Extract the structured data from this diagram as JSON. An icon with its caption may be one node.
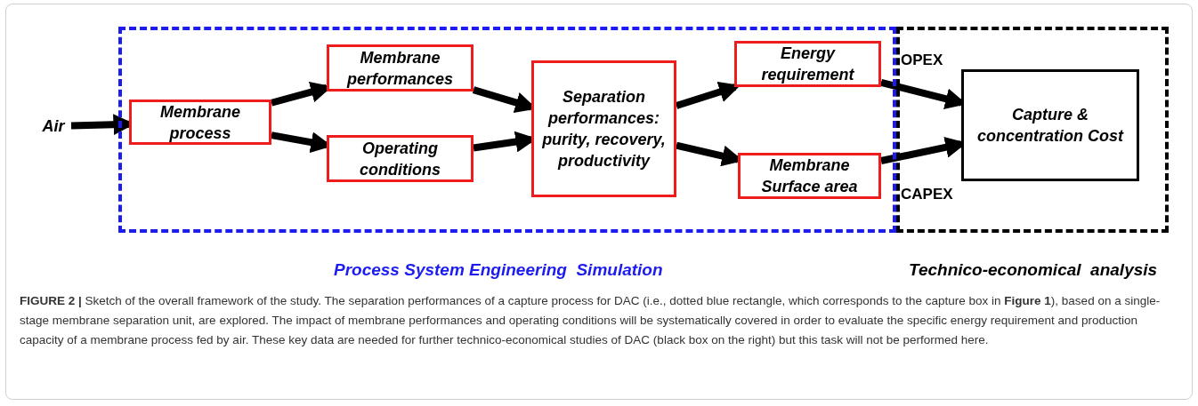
{
  "diagram": {
    "caption": "**FIGURE 2 |** Sketch of the overall framework of the study. The separation performances of a capture process for DAC (i.e., dotted blue rectangle, which corresponds to the capture box in **Figure 1**), based on a single-stage membrane separation unit, are explored. The impact of membrane performances and operating conditions will be systematically covered in order to evaluate the specific energy requirement and production capacity of a membrane process fed by air. These key data are needed for further technico-economical studies of DAC (black box on the right) but this task will not be performed here.",
    "nodes": [
      {
        "text": [
          "Process System Engineering  Simulation"
        ]
      },
      {
        "text": [
          "Technico-economical  analysis"
        ]
      },
      {
        "text": [
          "Air"
        ]
      },
      {
        "text": [
          "Membrane process"
        ],
        "in": 0
      },
      {
        "text": [
          "Membrane performances"
        ],
        "in": 0
      },
      {
        "text": [
          "Operating conditions"
        ],
        "in": 0
      },
      {
        "text": [
          "Separation performances: purity, recovery, productivity"
        ],
        "in": 0
      },
      {
        "text": [
          "Energy requirement"
        ],
        "in": 0
      },
      {
        "text": [
          "Membrane Surface area"
        ],
        "in": 0
      },
      {
        "text": [
          "Capture & concentration Cost"
        ],
        "in": 1
      }
    ],
    "edges": [
      {
        "from": 2,
        "to": 3,
        "arrow": "to"
      },
      {
        "from": 3,
        "to": 4,
        "arrow": "to"
      },
      {
        "from": 3,
        "to": 5,
        "arrow": "to"
      },
      {
        "from": 4,
        "to": 6,
        "arrow": "to"
      },
      {
        "from": 5,
        "to": 6,
        "arrow": "to"
      },
      {
        "from": 6,
        "to": 7,
        "arrow": "to"
      },
      {
        "from": 6,
        "to": 8,
        "arrow": "to"
      },
      {
        "from": 7,
        "to": 9,
        "arrow": "to",
        "label": "OPEX"
      },
      {
        "from": 8,
        "to": 9,
        "arrow": "to",
        "label": "CAPEX"
      }
    ]
  }
}
